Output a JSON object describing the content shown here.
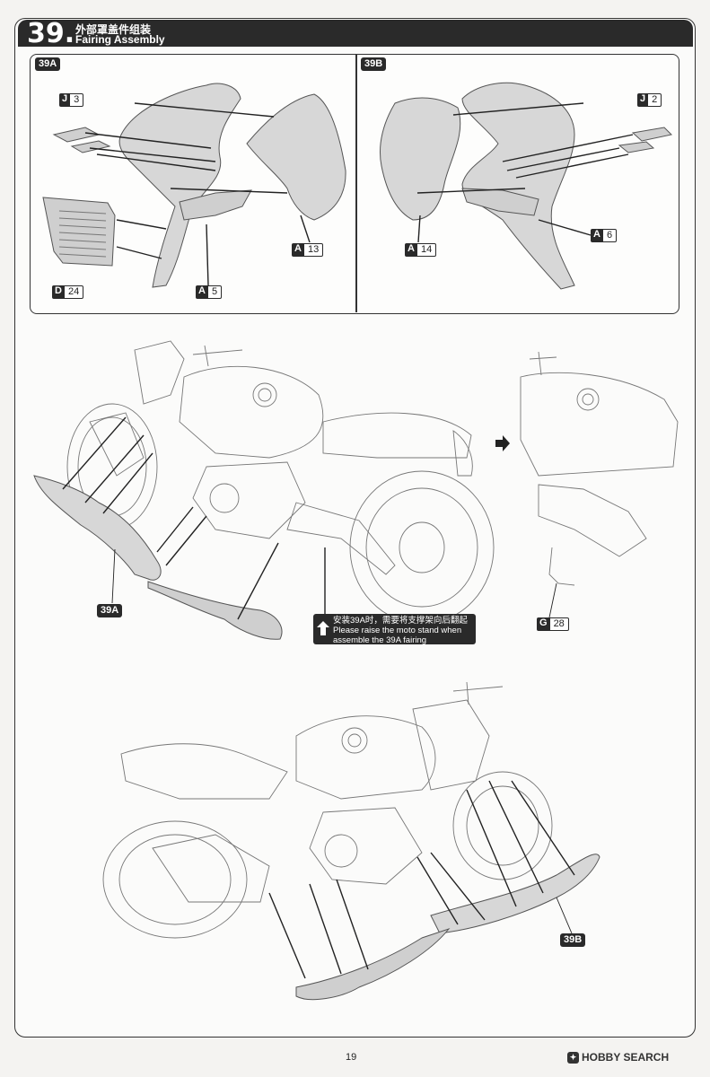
{
  "step": {
    "number": "39.",
    "title_cn": "外部罩盖件组装",
    "title_en": "Fairing Assembly"
  },
  "panels": {
    "a_label": "39A",
    "b_label": "39B"
  },
  "parts": {
    "j3": {
      "letter": "J",
      "number": "3"
    },
    "j2": {
      "letter": "J",
      "number": "2"
    },
    "a13": {
      "letter": "A",
      "number": "13"
    },
    "a14": {
      "letter": "A",
      "number": "14"
    },
    "a6": {
      "letter": "A",
      "number": "6"
    },
    "a5": {
      "letter": "A",
      "number": "5"
    },
    "d24": {
      "letter": "D",
      "number": "24"
    },
    "g28": {
      "letter": "G",
      "number": "28"
    }
  },
  "callouts": {
    "mid": "39A",
    "bottom": "39B"
  },
  "note": {
    "line_cn": "安装39A时，需要将支撑架向后翻起",
    "line_en1": "Please raise the moto stand when",
    "line_en2": "assemble the 39A fairing"
  },
  "footer": {
    "page_number": "19",
    "watermark": "HOBBY SEARCH"
  }
}
